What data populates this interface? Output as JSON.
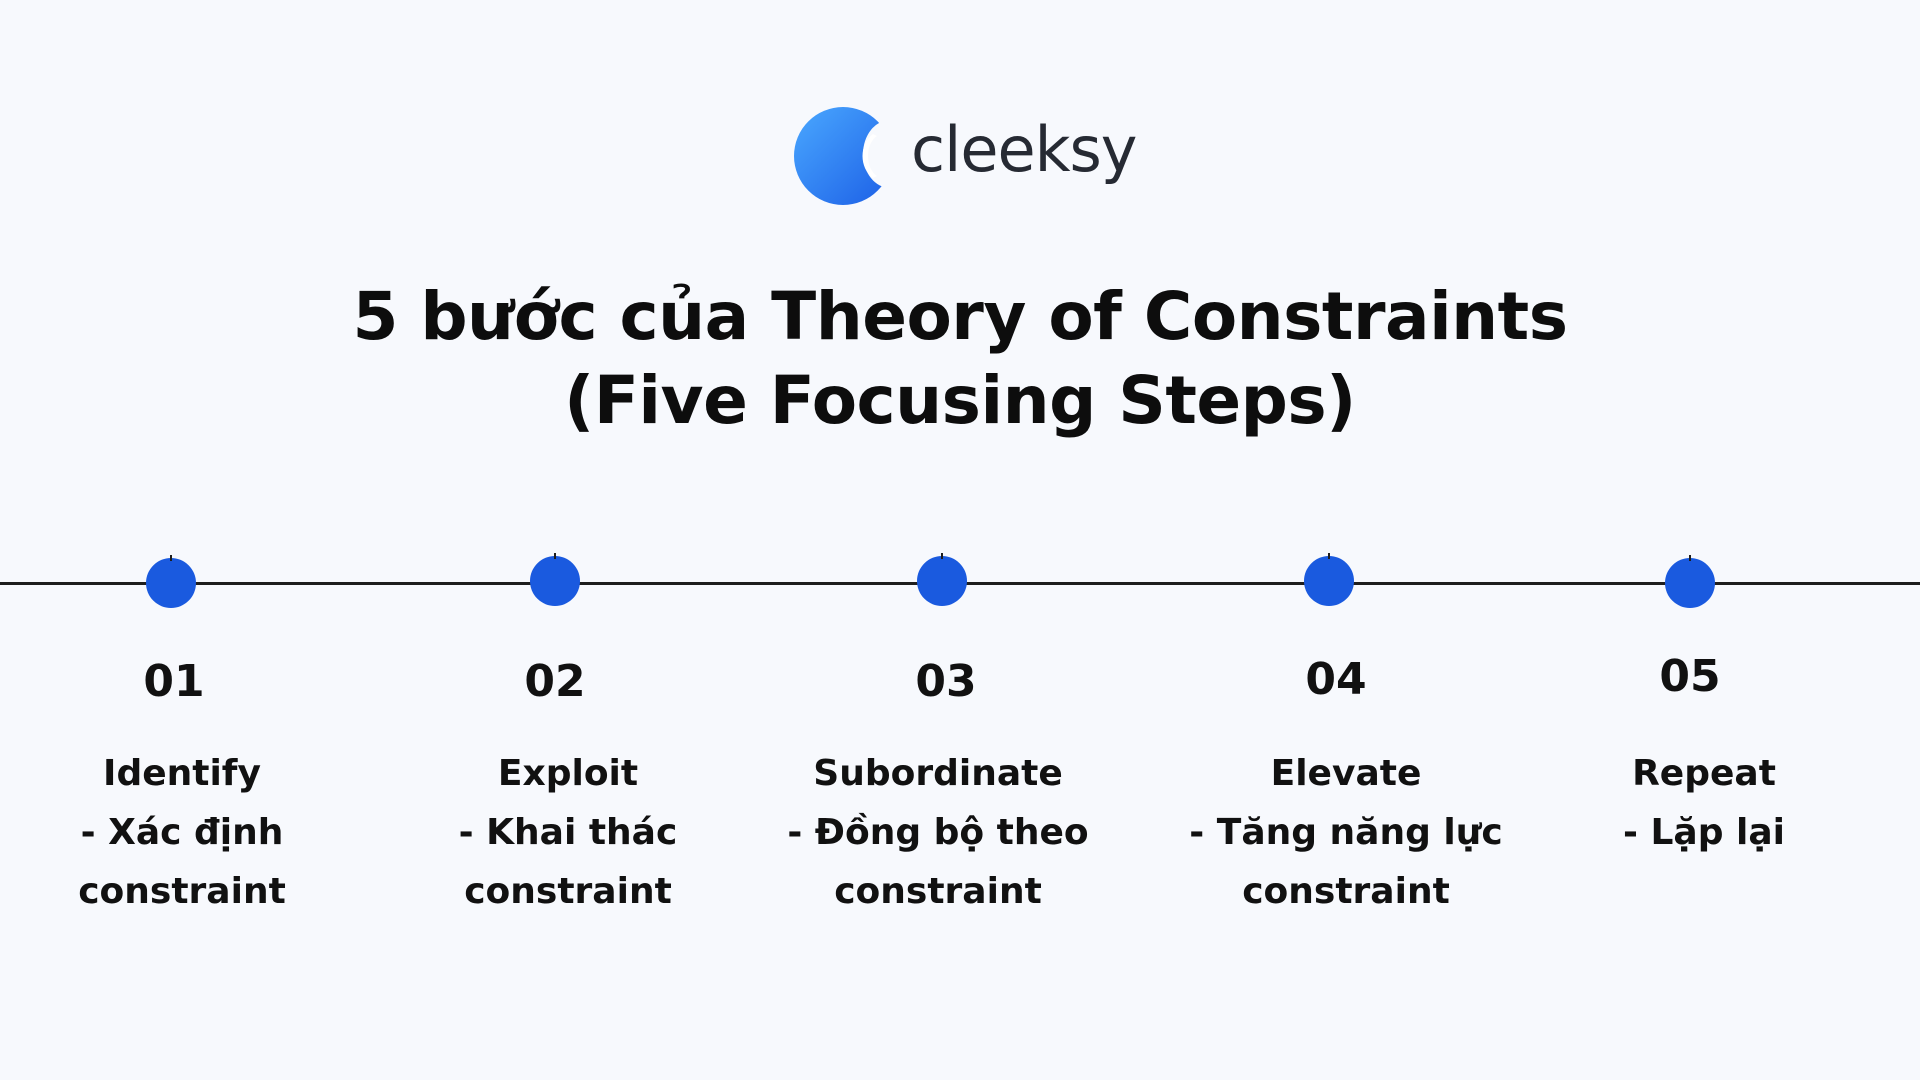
{
  "brand": {
    "name": "cleeksy",
    "logo_icon": "crescent-circle-logo",
    "colors": {
      "logo_light": "#4aa8ff",
      "logo_dark": "#1c5fe6",
      "text": "#262a33"
    }
  },
  "title": {
    "line1": "5 bước của Theory of Constraints",
    "line2": "(Five Focusing Steps)"
  },
  "timeline": {
    "line_color": "#1e1e1e",
    "dot_color": "#1a5adf"
  },
  "steps": [
    {
      "number": "01",
      "label_lines": [
        "Identify",
        "- Xác định",
        "constraint"
      ]
    },
    {
      "number": "02",
      "label_lines": [
        "Exploit",
        "- Khai thác",
        "constraint"
      ]
    },
    {
      "number": "03",
      "label_lines": [
        "Subordinate",
        "- Đồng bộ theo",
        "constraint"
      ]
    },
    {
      "number": "04",
      "label_lines": [
        "Elevate",
        "- Tăng năng lực",
        "constraint"
      ]
    },
    {
      "number": "05",
      "label_lines": [
        "Repeat",
        "- Lặp lại"
      ]
    }
  ]
}
